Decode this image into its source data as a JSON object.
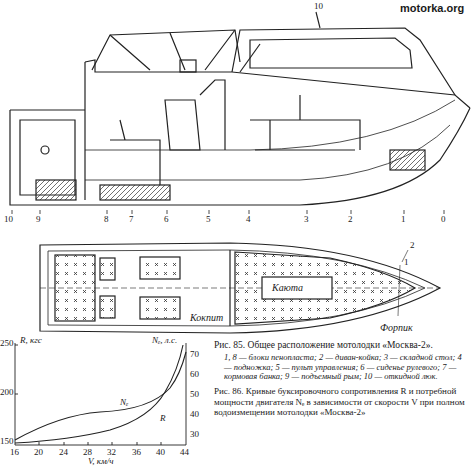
{
  "diagram": {
    "caption": "Рис. 85. Общее расположение мотолодки «Москва-2».",
    "labels": [
      "motorka.org",
      "10",
      "10",
      "9",
      "8",
      "7",
      "6",
      "5",
      "4",
      "3",
      "2",
      "1",
      "0",
      "2",
      "1",
      "Кокпит",
      "Каюта",
      "Форпик",
      "R, кгс",
      "250",
      "200",
      "150",
      "Nₑ, л.с.",
      "70",
      "60",
      "50",
      "40",
      "30",
      "16",
      "20",
      "24",
      "28",
      "32",
      "36",
      "40",
      "44",
      "V, км/ч",
      "Nₑ",
      "R",
      "1, 8 — блоки пенопласта; 2 — диван-койка; 3 — складной стол; 4 — подножка; 5 — пульт управления; 6 — сиденье рулевого; 7 — кормовая банка; 9 — подъемный рым; 10 — откидной люк.",
      "Рис. 86. Кривые буксировочного сопротивления R и потребной мощности двигателя Nₑ в зависимости от скорости V при полном водоизмещении мотолодки «Москва-2»"
    ]
  }
}
